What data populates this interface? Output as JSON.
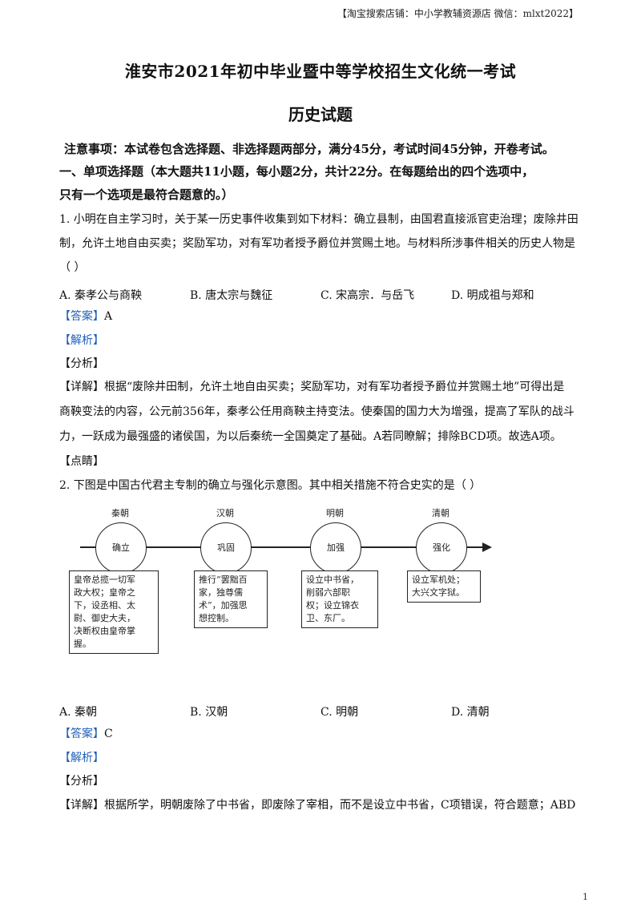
{
  "header_note": "【淘宝搜索店铺：中小学教辅资源店 微信：mlxt2022】",
  "title": "淮安市2021年初中毕业暨中等学校招生文化统一考试",
  "subtitle": "历史试题",
  "notice": "注意事项：本试卷包含选择题、非选择题两部分，满分45分，考试时间45分钟，开卷考试。",
  "section1_line1": "一、单项选择题（本大题共11小题，每小题2分，共计22分。在每题给出的四个选项中，",
  "section1_line2": "只有一个选项是最符合题意的。）",
  "q1": {
    "stem_l1": "1. 小明在自主学习时，关于某一历史事件收集到如下材料：确立县制，由国君直接派官吏治理；废除井田",
    "stem_l2": "制，允许土地自由买卖；奖励军功，对有军功者授予爵位并赏赐土地。与材料所涉事件相关的历史人物是",
    "stem_l3": "（ ）",
    "options": [
      "A. 秦孝公与商鞅",
      "B. 唐太宗与魏征",
      "C. 宋高宗．与岳飞",
      "D. 明成祖与郑和"
    ],
    "answer_tag": "【答案】",
    "answer": "A",
    "analysis_tag": "【解析】",
    "fenxi": "【分析】",
    "detail_l1": "【详解】根据“废除井田制，允许土地自由买卖；奖励军功，对有军功者授予爵位并赏赐土地”可得出是",
    "detail_l2": "商鞅变法的内容，公元前356年，秦孝公任用商鞅主持变法。使秦国的国力大为增强，提高了军队的战斗",
    "detail_l3": "力，一跃成为最强盛的诸侯国，为以后秦统一全国奠定了基础。A若同瞭解；排除BCD项。故选A项。",
    "dianjing": "【点睛】"
  },
  "q2": {
    "stem": "2. 下图是中国古代君主专制的确立与强化示意图。其中相关措施不符合史实的是（ ）",
    "diagram": {
      "eras": [
        "秦朝",
        "汉朝",
        "明朝",
        "清朝"
      ],
      "stages": [
        "确立",
        "巩固",
        "加强",
        "强化"
      ],
      "boxes": [
        "皇帝总揽一切军\n政大权；皇帝之\n下，设丞相、太\n尉、御史大夫，\n决断权由皇帝掌\n握。",
        "推行“罢黜百\n家，独尊儒\n术”，加强思\n想控制。",
        "设立中书省，\n削弱六部职\n权；设立锦衣\n卫、东厂。",
        "设立军机处；\n大兴文字狱。"
      ]
    },
    "options": [
      "A. 秦朝",
      "B. 汉朝",
      "C. 明朝",
      "D. 清朝"
    ],
    "answer_tag": "【答案】",
    "answer": "C",
    "analysis_tag": "【解析】",
    "fenxi": "【分析】",
    "detail_l1": "【详解】根据所学，明朝废除了中书省，即废除了宰相，而不是设立中书省，C项错误，符合题意；ABD"
  },
  "page_number": "1"
}
